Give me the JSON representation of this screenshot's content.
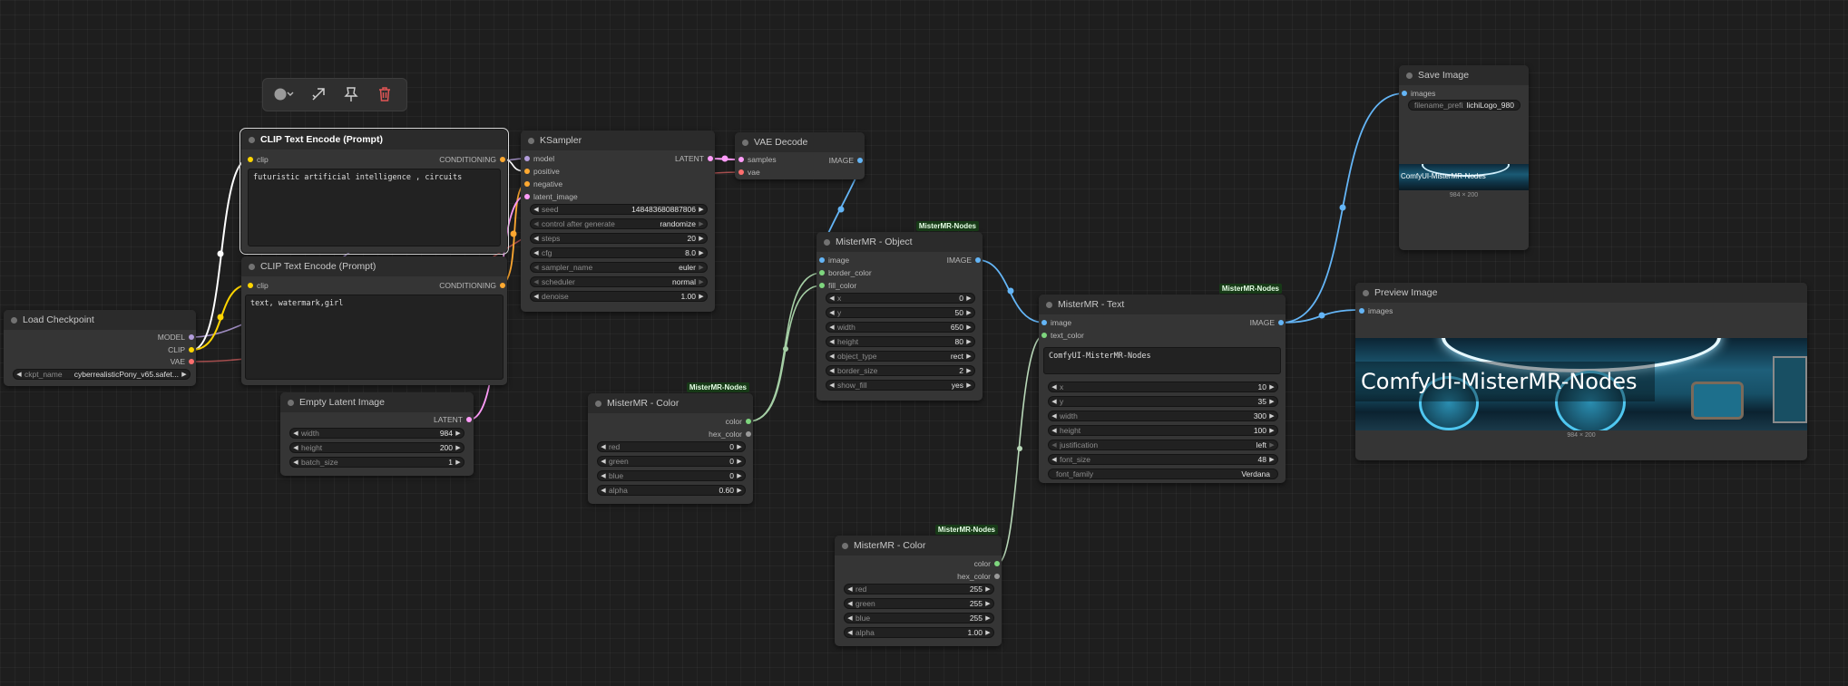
{
  "toolbar": {
    "color_icon": "color-circle-icon",
    "bypass_icon": "bypass-icon",
    "pin_icon": "pin-icon",
    "delete_icon": "trash-icon",
    "delete_color": "#e05555"
  },
  "colors": {
    "model": "#b39ddb",
    "clip": "#ffd500",
    "vae": "#ff6e6e",
    "conditioning": "#ffa931",
    "latent": "#ff9cf9",
    "image": "#64b5f6",
    "color": "#7ed67e",
    "badge_bg": "#173a17"
  },
  "nodes": {
    "load_checkpoint": {
      "title": "Load Checkpoint",
      "outputs": [
        "MODEL",
        "CLIP",
        "VAE"
      ],
      "ckpt_label": "ckpt_name",
      "ckpt_value": "cyberrealisticPony_v65.safet..."
    },
    "clip_pos": {
      "title": "CLIP Text Encode (Prompt)",
      "input": "clip",
      "output": "CONDITIONING",
      "text": "futuristic artificial intelligence , circuits"
    },
    "clip_neg": {
      "title": "CLIP Text Encode (Prompt)",
      "input": "clip",
      "output": "CONDITIONING",
      "text": "text, watermark,girl"
    },
    "empty_latent": {
      "title": "Empty Latent Image",
      "output": "LATENT",
      "widgets": [
        {
          "label": "width",
          "value": "984"
        },
        {
          "label": "height",
          "value": "200"
        },
        {
          "label": "batch_size",
          "value": "1"
        }
      ]
    },
    "ksampler": {
      "title": "KSampler",
      "inputs": [
        "model",
        "positive",
        "negative",
        "latent_image"
      ],
      "output": "LATENT",
      "widgets": [
        {
          "label": "seed",
          "value": "148483680887806"
        },
        {
          "label": "control after generate",
          "value": "randomize"
        },
        {
          "label": "steps",
          "value": "20"
        },
        {
          "label": "cfg",
          "value": "8.0"
        },
        {
          "label": "sampler_name",
          "value": "euler"
        },
        {
          "label": "scheduler",
          "value": "normal"
        },
        {
          "label": "denoise",
          "value": "1.00"
        }
      ]
    },
    "vae_decode": {
      "title": "VAE Decode",
      "inputs": [
        "samples",
        "vae"
      ],
      "output": "IMAGE"
    },
    "color1": {
      "badge": "MisterMR-Nodes",
      "title": "MisterMR - Color",
      "outputs": [
        "color",
        "hex_color"
      ],
      "widgets": [
        {
          "label": "red",
          "value": "0"
        },
        {
          "label": "green",
          "value": "0"
        },
        {
          "label": "blue",
          "value": "0"
        },
        {
          "label": "alpha",
          "value": "0.60"
        }
      ]
    },
    "object": {
      "badge": "MisterMR-Nodes",
      "title": "MisterMR - Object",
      "inputs": [
        "image",
        "border_color",
        "fill_color"
      ],
      "output": "IMAGE",
      "widgets": [
        {
          "label": "x",
          "value": "0"
        },
        {
          "label": "y",
          "value": "50"
        },
        {
          "label": "width",
          "value": "650"
        },
        {
          "label": "height",
          "value": "80"
        },
        {
          "label": "object_type",
          "value": "rect"
        },
        {
          "label": "border_size",
          "value": "2"
        },
        {
          "label": "show_fill",
          "value": "yes"
        }
      ]
    },
    "color2": {
      "badge": "MisterMR-Nodes",
      "title": "MisterMR - Color",
      "outputs": [
        "color",
        "hex_color"
      ],
      "widgets": [
        {
          "label": "red",
          "value": "255"
        },
        {
          "label": "green",
          "value": "255"
        },
        {
          "label": "blue",
          "value": "255"
        },
        {
          "label": "alpha",
          "value": "1.00"
        }
      ]
    },
    "text": {
      "badge": "MisterMR-Nodes",
      "title": "MisterMR - Text",
      "inputs": [
        "image",
        "text_color"
      ],
      "output": "IMAGE",
      "text": "ComfyUI-MisterMR-Nodes",
      "widgets": [
        {
          "label": "x",
          "value": "10"
        },
        {
          "label": "y",
          "value": "35"
        },
        {
          "label": "width",
          "value": "300"
        },
        {
          "label": "height",
          "value": "100"
        },
        {
          "label": "justification",
          "value": "left"
        },
        {
          "label": "font_size",
          "value": "48"
        },
        {
          "label": "font_family",
          "value": "Verdana"
        }
      ]
    },
    "save_image": {
      "title": "Save Image",
      "input": "images",
      "prefix_label": "filename_prefix",
      "prefix_value": "lichiLogo_980",
      "preview_text": "ComfyUI-MisterMR-Nodes",
      "size": "984 × 200"
    },
    "preview_image": {
      "title": "Preview Image",
      "input": "images",
      "preview_text": "ComfyUI-MisterMR-Nodes",
      "size": "984 × 200"
    }
  }
}
